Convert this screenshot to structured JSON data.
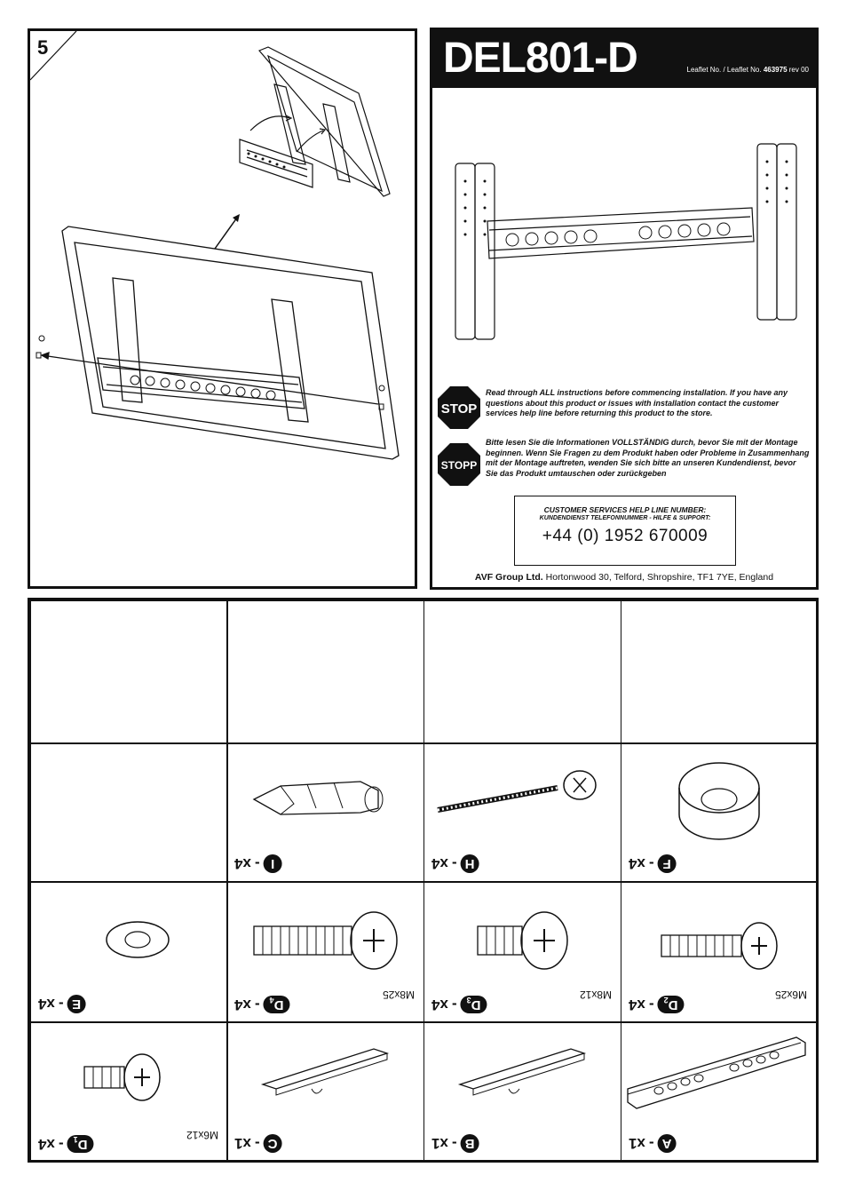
{
  "step": {
    "number": "5"
  },
  "header": {
    "model": "DEL801-D",
    "leaflet_label": "Leaflet No. / Leaflet No.",
    "leaflet_number": "463975",
    "revision": "rev 00"
  },
  "warnings": {
    "stop_sign": "STOP",
    "stopp_sign": "STOPP",
    "en_text": "Read through ALL instructions before commencing installation. If you have any questions about this product or issues with installation contact the customer services help line before returning this product to the store.",
    "de_text": "Bitte lesen Sie die Informationen VOLLSTÄNDIG durch, bevor Sie mit der Montage beginnen.  Wenn Sie Fragen zu dem Produkt haben oder Probleme in Zusammenhang mit der Montage auftreten, wenden Sie sich bitte an unseren Kundendienst, bevor Sie das Produkt umtauschen oder zurückgeben"
  },
  "helpline": {
    "title": "CUSTOMER SERVICES HELP LINE NUMBER:",
    "subtitle": "KUNDENDIENST TELEFONNUMMER - HILFE & SUPPORT:",
    "phone": "+44 (0) 1952 670009"
  },
  "company": {
    "name": "AVF Group Ltd.",
    "address": "Hortonwood 30, Telford, Shropshire, TF1 7YE, England"
  },
  "parts": [
    {
      "id": "I",
      "qty": "x4",
      "size": ""
    },
    {
      "id": "H",
      "qty": "x4",
      "size": ""
    },
    {
      "id": "F",
      "qty": "x4",
      "size": ""
    },
    {
      "id": "E",
      "qty": "x4",
      "size": ""
    },
    {
      "id": "D",
      "sub": "4",
      "qty": "x4",
      "size": "M8x25"
    },
    {
      "id": "D",
      "sub": "3",
      "qty": "x4",
      "size": "M8x12"
    },
    {
      "id": "D",
      "sub": "2",
      "qty": "x4",
      "size": "M6x25"
    },
    {
      "id": "D",
      "sub": "1",
      "qty": "x4",
      "size": "M6x12"
    },
    {
      "id": "C",
      "qty": "x1",
      "size": ""
    },
    {
      "id": "B",
      "qty": "x1",
      "size": ""
    },
    {
      "id": "A",
      "qty": "x1",
      "size": ""
    }
  ]
}
